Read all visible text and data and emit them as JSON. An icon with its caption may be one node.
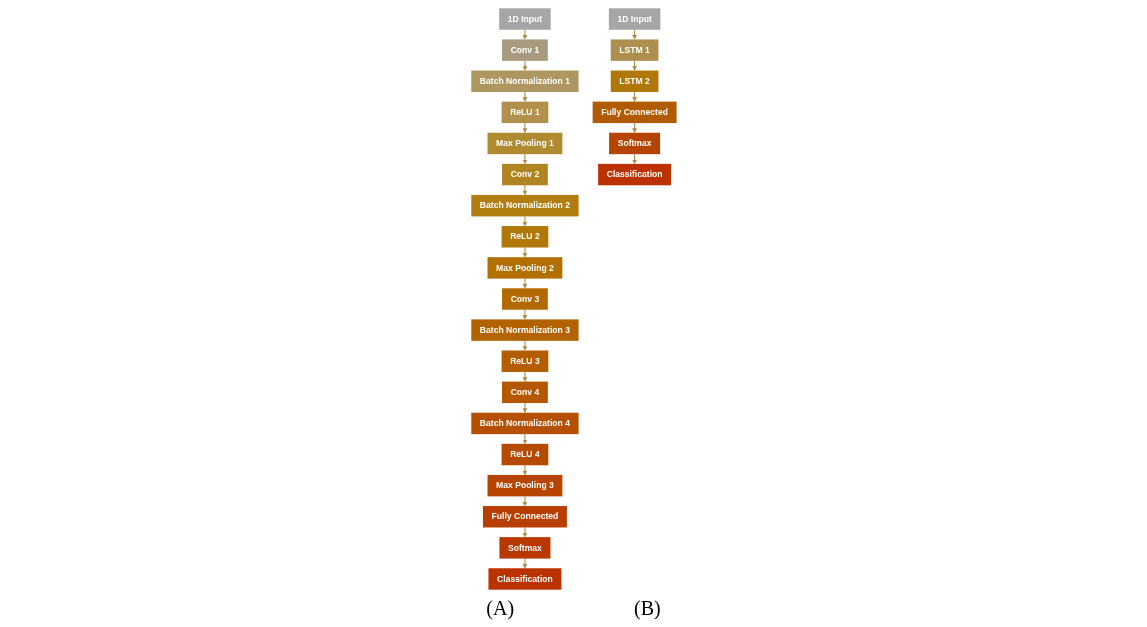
{
  "diagram": {
    "nodes": [
      {
        "text": [
          "1D Input"
        ]
      },
      {
        "text": [
          "Conv 1"
        ]
      },
      {
        "text": [
          "Batch Normalization 1"
        ]
      },
      {
        "text": [
          "ReLU 1"
        ]
      },
      {
        "text": [
          "Max Pooling 1"
        ]
      },
      {
        "text": [
          "Conv 2"
        ]
      },
      {
        "text": [
          "Batch Normalization 2"
        ]
      },
      {
        "text": [
          "ReLU 2"
        ]
      },
      {
        "text": [
          "Max Pooling 2"
        ]
      },
      {
        "text": [
          "Conv 3"
        ]
      },
      {
        "text": [
          "Batch Normalization 3"
        ]
      },
      {
        "text": [
          "ReLU 3"
        ]
      },
      {
        "text": [
          "Conv 4"
        ]
      },
      {
        "text": [
          "Batch Normalization 4"
        ]
      },
      {
        "text": [
          "ReLU 4"
        ]
      },
      {
        "text": [
          "Max Pooling 3"
        ]
      },
      {
        "text": [
          "Fully Connected"
        ]
      },
      {
        "text": [
          "Softmax"
        ]
      },
      {
        "text": [
          "Classification"
        ]
      },
      {
        "text": [
          "1D Input"
        ]
      },
      {
        "text": [
          "LSTM 1"
        ]
      },
      {
        "text": [
          "LSTM 2"
        ]
      },
      {
        "text": [
          "Fully Connected"
        ]
      },
      {
        "text": [
          "Softmax"
        ]
      },
      {
        "text": [
          "Classification"
        ]
      }
    ],
    "edges": [
      {
        "from": 0,
        "to": 1,
        "arrow": "to"
      },
      {
        "from": 1,
        "to": 2,
        "arrow": "to"
      },
      {
        "from": 2,
        "to": 3,
        "arrow": "to"
      },
      {
        "from": 3,
        "to": 4,
        "arrow": "to"
      },
      {
        "from": 4,
        "to": 5,
        "arrow": "to"
      },
      {
        "from": 5,
        "to": 6,
        "arrow": "to"
      },
      {
        "from": 6,
        "to": 7,
        "arrow": "to"
      },
      {
        "from": 7,
        "to": 8,
        "arrow": "to"
      },
      {
        "from": 8,
        "to": 9,
        "arrow": "to"
      },
      {
        "from": 9,
        "to": 10,
        "arrow": "to"
      },
      {
        "from": 10,
        "to": 11,
        "arrow": "to"
      },
      {
        "from": 11,
        "to": 12,
        "arrow": "to"
      },
      {
        "from": 12,
        "to": 13,
        "arrow": "to"
      },
      {
        "from": 13,
        "to": 14,
        "arrow": "to"
      },
      {
        "from": 14,
        "to": 15,
        "arrow": "to"
      },
      {
        "from": 15,
        "to": 16,
        "arrow": "to"
      },
      {
        "from": 16,
        "to": 17,
        "arrow": "to"
      },
      {
        "from": 17,
        "to": 18,
        "arrow": "to"
      },
      {
        "from": 19,
        "to": 20,
        "arrow": "to"
      },
      {
        "from": 20,
        "to": 21,
        "arrow": "to"
      },
      {
        "from": 21,
        "to": 22,
        "arrow": "to"
      },
      {
        "from": 22,
        "to": 23,
        "arrow": "to"
      },
      {
        "from": 23,
        "to": 24,
        "arrow": "to"
      }
    ],
    "labels": [
      "(A)",
      "(B)"
    ]
  }
}
